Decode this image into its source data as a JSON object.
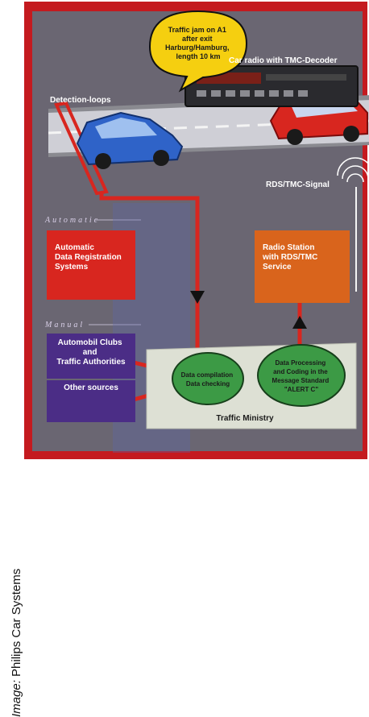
{
  "credit": {
    "prefix": "Image:",
    "name": "Philips Car Systems"
  },
  "labels": {
    "car_radio": "Car radio with TMC-Decoder",
    "detection_loops": "Detection-loops",
    "rds_signal": "RDS/TMC-Signal",
    "automatic": "Automatic",
    "manual": "Manual",
    "traffic_ministry": "Traffic Ministry"
  },
  "speech_bubble": {
    "lines": [
      "Traffic jam on A1",
      "after exit",
      "Harburg/Hamburg,",
      "length 10 km"
    ]
  },
  "boxes": {
    "adrs": [
      "Automatic",
      "Data Registration",
      "Systems"
    ],
    "radio_station": [
      "Radio Station",
      "with RDS/TMC",
      "Service"
    ],
    "clubs": [
      "Automobil Clubs",
      "and",
      "Traffic Authorities"
    ],
    "other": [
      "Other sources"
    ]
  },
  "ellipses": {
    "compilation": [
      "Data compilation",
      "Data checking"
    ],
    "processing": [
      "Data Processing",
      "and Coding in the",
      "Message Standard",
      "\"ALERT C\""
    ]
  },
  "colors": {
    "frame_red": "#c41a1f",
    "panel_gray": "#6a6672",
    "box_red": "#d8261f",
    "box_orange": "#d9641c",
    "box_purple": "#4b2d86",
    "ellipse_green": "#3c9a45",
    "ministry_fill": "#dde0d4"
  }
}
